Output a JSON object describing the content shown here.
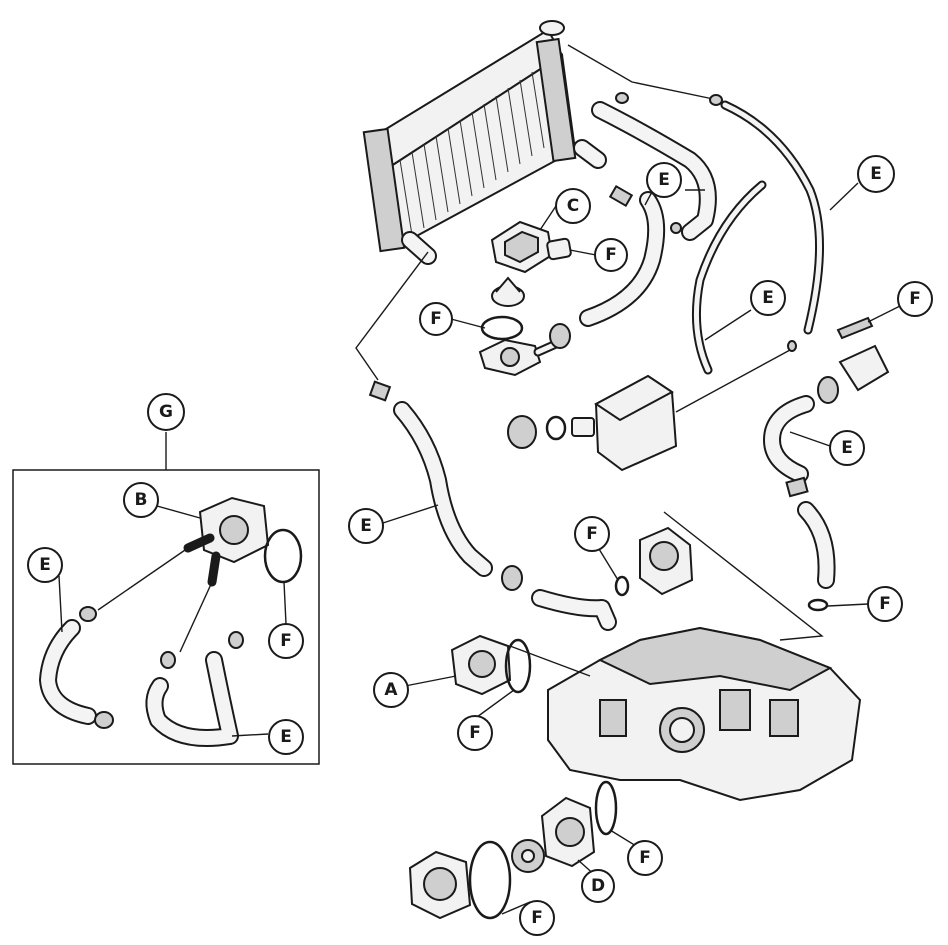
{
  "callouts": {
    "g": "G",
    "b": "B",
    "c": "C",
    "e1": "E",
    "e2": "E",
    "e3": "E",
    "e4": "E",
    "e5": "E",
    "e6": "E",
    "e7": "E",
    "f1": "F",
    "f2": "F",
    "f3": "F",
    "f4": "F",
    "f5": "F",
    "f6": "F",
    "f7": "F",
    "f8": "F",
    "f9": "F",
    "a": "A",
    "d": "D"
  }
}
